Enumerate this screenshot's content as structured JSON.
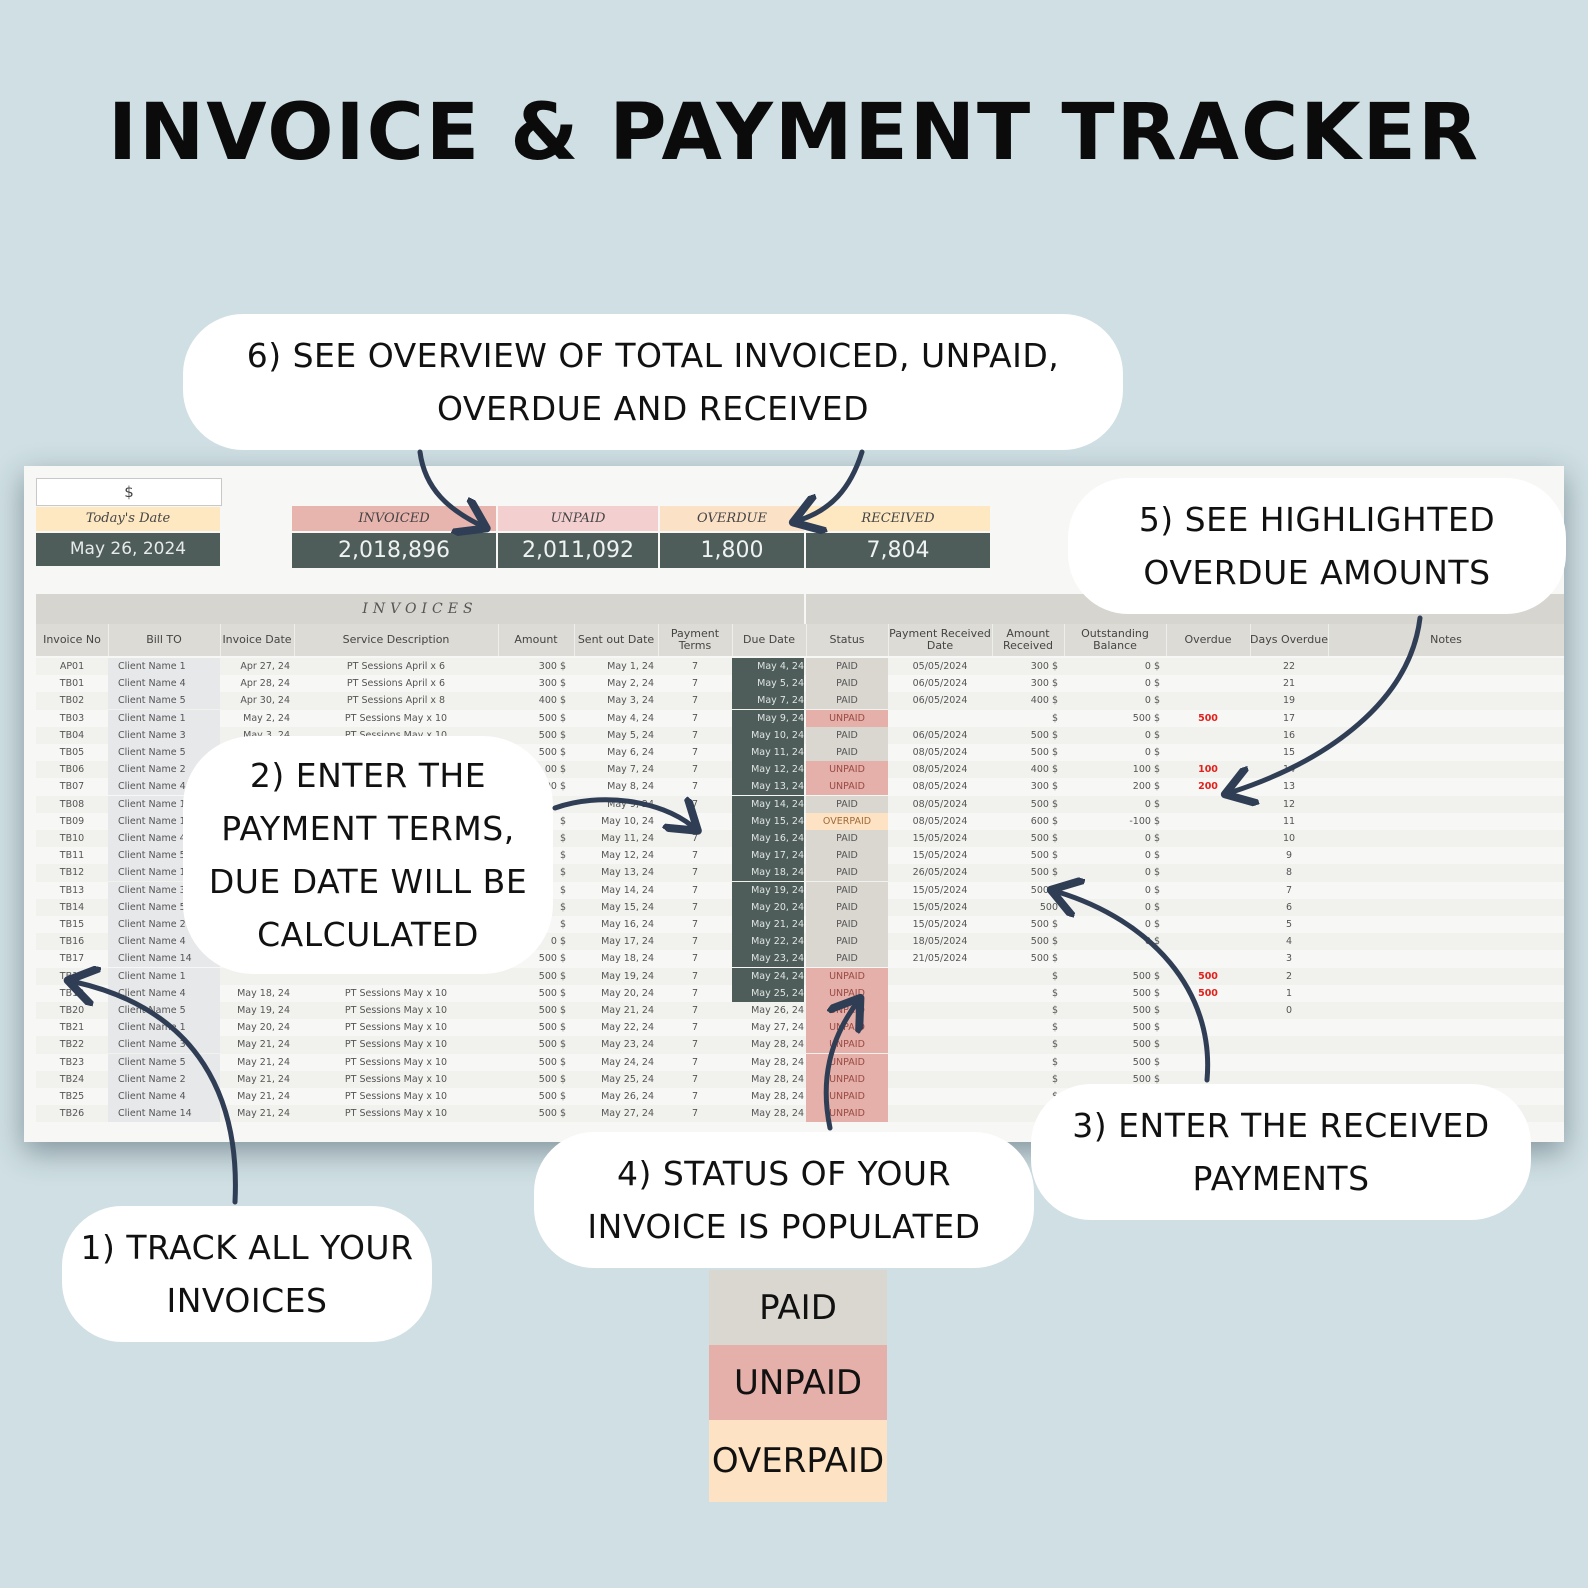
{
  "page": {
    "title": "INVOICE & PAYMENT TRACKER"
  },
  "sheet": {
    "currency": "$",
    "today_label": "Today's Date",
    "today_value": "May 26, 2024",
    "kpis": [
      {
        "label": "INVOICED",
        "value": "2,018,896",
        "color": "#e8b4ae"
      },
      {
        "label": "UNPAID",
        "value": "2,011,092",
        "color": "#f3cfd0"
      },
      {
        "label": "OVERDUE",
        "value": "1,800",
        "color": "#fbe1c6"
      },
      {
        "label": "RECEIVED",
        "value": "7,804",
        "color": "#fde8c2"
      }
    ],
    "section_title": "INVOICES",
    "columns": [
      "Invoice No",
      "Bill TO",
      "Invoice Date",
      "Service Description",
      "Amount",
      "Sent out Date",
      "Payment Terms",
      "Due Date",
      "Status",
      "Payment Received Date",
      "Amount Received",
      "Outstanding Balance",
      "Overdue",
      "Days Overdue",
      "Notes"
    ],
    "rows": [
      [
        "AP01",
        "Client Name 1",
        "Apr 27, 24",
        "PT Sessions April x 6",
        "300 $",
        "May 1, 24",
        "7",
        "May 4, 24",
        "PAID",
        "05/05/2024",
        "300 $",
        "0 $",
        "",
        "22"
      ],
      [
        "TB01",
        "Client Name 4",
        "Apr 28, 24",
        "PT Sessions April x 6",
        "300 $",
        "May 2, 24",
        "7",
        "May 5, 24",
        "PAID",
        "06/05/2024",
        "300 $",
        "0 $",
        "",
        "21"
      ],
      [
        "TB02",
        "Client Name 5",
        "Apr 30, 24",
        "PT Sessions April x 8",
        "400 $",
        "May 3, 24",
        "7",
        "May 7, 24",
        "PAID",
        "06/05/2024",
        "400 $",
        "0 $",
        "",
        "19"
      ],
      [
        "TB03",
        "Client Name 1",
        "May 2, 24",
        "PT Sessions May x 10",
        "500 $",
        "May 4, 24",
        "7",
        "May 9, 24",
        "UNPAID",
        "",
        "$",
        "500 $",
        "500",
        "17"
      ],
      [
        "TB04",
        "Client Name 3",
        "May 3, 24",
        "PT Sessions May x 10",
        "500 $",
        "May 5, 24",
        "7",
        "May 10, 24",
        "PAID",
        "06/05/2024",
        "500 $",
        "0 $",
        "",
        "16"
      ],
      [
        "TB05",
        "Client Name 5",
        "",
        "",
        "500 $",
        "May 6, 24",
        "7",
        "May 11, 24",
        "PAID",
        "08/05/2024",
        "500 $",
        "0 $",
        "",
        "15"
      ],
      [
        "TB06",
        "Client Name 2",
        "",
        "",
        "00 $",
        "May 7, 24",
        "7",
        "May 12, 24",
        "UNPAID",
        "08/05/2024",
        "400 $",
        "100 $",
        "100",
        "14"
      ],
      [
        "TB07",
        "Client Name 4",
        "",
        "",
        "00 $",
        "May 8, 24",
        "7",
        "May 13, 24",
        "UNPAID",
        "08/05/2024",
        "300 $",
        "200 $",
        "200",
        "13"
      ],
      [
        "TB08",
        "Client Name 14",
        "",
        "",
        "",
        "May 9, 24",
        "7",
        "May 14, 24",
        "PAID",
        "08/05/2024",
        "500 $",
        "0 $",
        "",
        "12"
      ],
      [
        "TB09",
        "Client Name 1",
        "",
        "",
        "$",
        "May 10, 24",
        "7",
        "May 15, 24",
        "OVERPAID",
        "08/05/2024",
        "600 $",
        "-100 $",
        "",
        "11"
      ],
      [
        "TB10",
        "Client Name 4",
        "",
        "",
        "$",
        "May 11, 24",
        "7",
        "May 16, 24",
        "PAID",
        "15/05/2024",
        "500 $",
        "0 $",
        "",
        "10"
      ],
      [
        "TB11",
        "Client Name 5",
        "",
        "",
        "$",
        "May 12, 24",
        "7",
        "May 17, 24",
        "PAID",
        "15/05/2024",
        "500 $",
        "0 $",
        "",
        "9"
      ],
      [
        "TB12",
        "Client Name 1",
        "",
        "",
        "$",
        "May 13, 24",
        "7",
        "May 18, 24",
        "PAID",
        "26/05/2024",
        "500 $",
        "0 $",
        "",
        "8"
      ],
      [
        "TB13",
        "Client Name 3",
        "",
        "",
        "$",
        "May 14, 24",
        "7",
        "May 19, 24",
        "PAID",
        "15/05/2024",
        "500 $",
        "0 $",
        "",
        "7"
      ],
      [
        "TB14",
        "Client Name 5",
        "",
        "",
        "$",
        "May 15, 24",
        "7",
        "May 20, 24",
        "PAID",
        "15/05/2024",
        "500",
        "0 $",
        "",
        "6"
      ],
      [
        "TB15",
        "Client Name 2",
        "",
        "",
        "$",
        "May 16, 24",
        "7",
        "May 21, 24",
        "PAID",
        "15/05/2024",
        "500 $",
        "0 $",
        "",
        "5"
      ],
      [
        "TB16",
        "Client Name 4",
        "",
        "",
        "0 $",
        "May 17, 24",
        "7",
        "May 22, 24",
        "PAID",
        "18/05/2024",
        "500 $",
        "0 $",
        "",
        "4"
      ],
      [
        "TB17",
        "Client Name 14",
        "",
        "",
        "500 $",
        "May 18, 24",
        "7",
        "May 23, 24",
        "PAID",
        "21/05/2024",
        "500 $",
        "",
        "",
        "3"
      ],
      [
        "TB18",
        "Client Name 1",
        "",
        "",
        "500 $",
        "May 19, 24",
        "7",
        "May 24, 24",
        "UNPAID",
        "",
        "$",
        "500 $",
        "500",
        "2"
      ],
      [
        "TB19",
        "Client Name 4",
        "May 18, 24",
        "PT Sessions May x 10",
        "500 $",
        "May 20, 24",
        "7",
        "May 25, 24",
        "UNPAID",
        "",
        "$",
        "500 $",
        "500",
        "1"
      ],
      [
        "TB20",
        "Client Name 5",
        "May 19, 24",
        "PT Sessions May x 10",
        "500 $",
        "May 21, 24",
        "7",
        "May 26, 24",
        "UNPAID",
        "",
        "$",
        "500 $",
        "",
        "0"
      ],
      [
        "TB21",
        "Client Name 1",
        "May 20, 24",
        "PT Sessions May x 10",
        "500 $",
        "May 22, 24",
        "7",
        "May 27, 24",
        "UNPAID",
        "",
        "$",
        "500 $",
        "",
        ""
      ],
      [
        "TB22",
        "Client Name 3",
        "May 21, 24",
        "PT Sessions May x 10",
        "500 $",
        "May 23, 24",
        "7",
        "May 28, 24",
        "UNPAID",
        "",
        "$",
        "500 $",
        "",
        ""
      ],
      [
        "TB23",
        "Client Name 5",
        "May 21, 24",
        "PT Sessions May x 10",
        "500 $",
        "May 24, 24",
        "7",
        "May 28, 24",
        "UNPAID",
        "",
        "$",
        "500 $",
        "",
        ""
      ],
      [
        "TB24",
        "Client Name 2",
        "May 21, 24",
        "PT Sessions May x 10",
        "500 $",
        "May 25, 24",
        "7",
        "May 28, 24",
        "UNPAID",
        "",
        "$",
        "500 $",
        "",
        ""
      ],
      [
        "TB25",
        "Client Name 4",
        "May 21, 24",
        "PT Sessions May x 10",
        "500 $",
        "May 26, 24",
        "7",
        "May 28, 24",
        "UNPAID",
        "",
        "$",
        "",
        "",
        ""
      ],
      [
        "TB26",
        "Client Name 14",
        "May 21, 24",
        "PT Sessions May x 10",
        "500 $",
        "May 27, 24",
        "7",
        "May 28, 24",
        "UNPAID",
        "",
        "",
        "",
        "",
        ""
      ]
    ]
  },
  "callouts": {
    "c1": [
      "1) TRACK ALL YOUR",
      "INVOICES"
    ],
    "c2": [
      "2) ENTER THE",
      "PAYMENT TERMS,",
      "DUE DATE WILL BE",
      "CALCULATED"
    ],
    "c3": [
      "3) ENTER THE RECEIVED",
      "PAYMENTS"
    ],
    "c4": [
      "4) STATUS OF YOUR",
      "INVOICE IS POPULATED"
    ],
    "c5": [
      "5) SEE HIGHLIGHTED",
      "OVERDUE AMOUNTS"
    ],
    "c6": [
      "6) SEE OVERVIEW OF TOTAL INVOICED, UNPAID,",
      "OVERDUE AND RECEIVED"
    ]
  },
  "legend": {
    "paid": "PAID",
    "unpaid": "UNPAID",
    "overpaid": "OVERPAID",
    "paid_color": "#d9d7cf",
    "unpaid_color": "#e4b0a9",
    "overpaid_color": "#fde3c3"
  },
  "colors": {
    "background": "#cfdfe3",
    "arrow": "#2f3d55",
    "dark_cell": "#4e5d5a"
  }
}
